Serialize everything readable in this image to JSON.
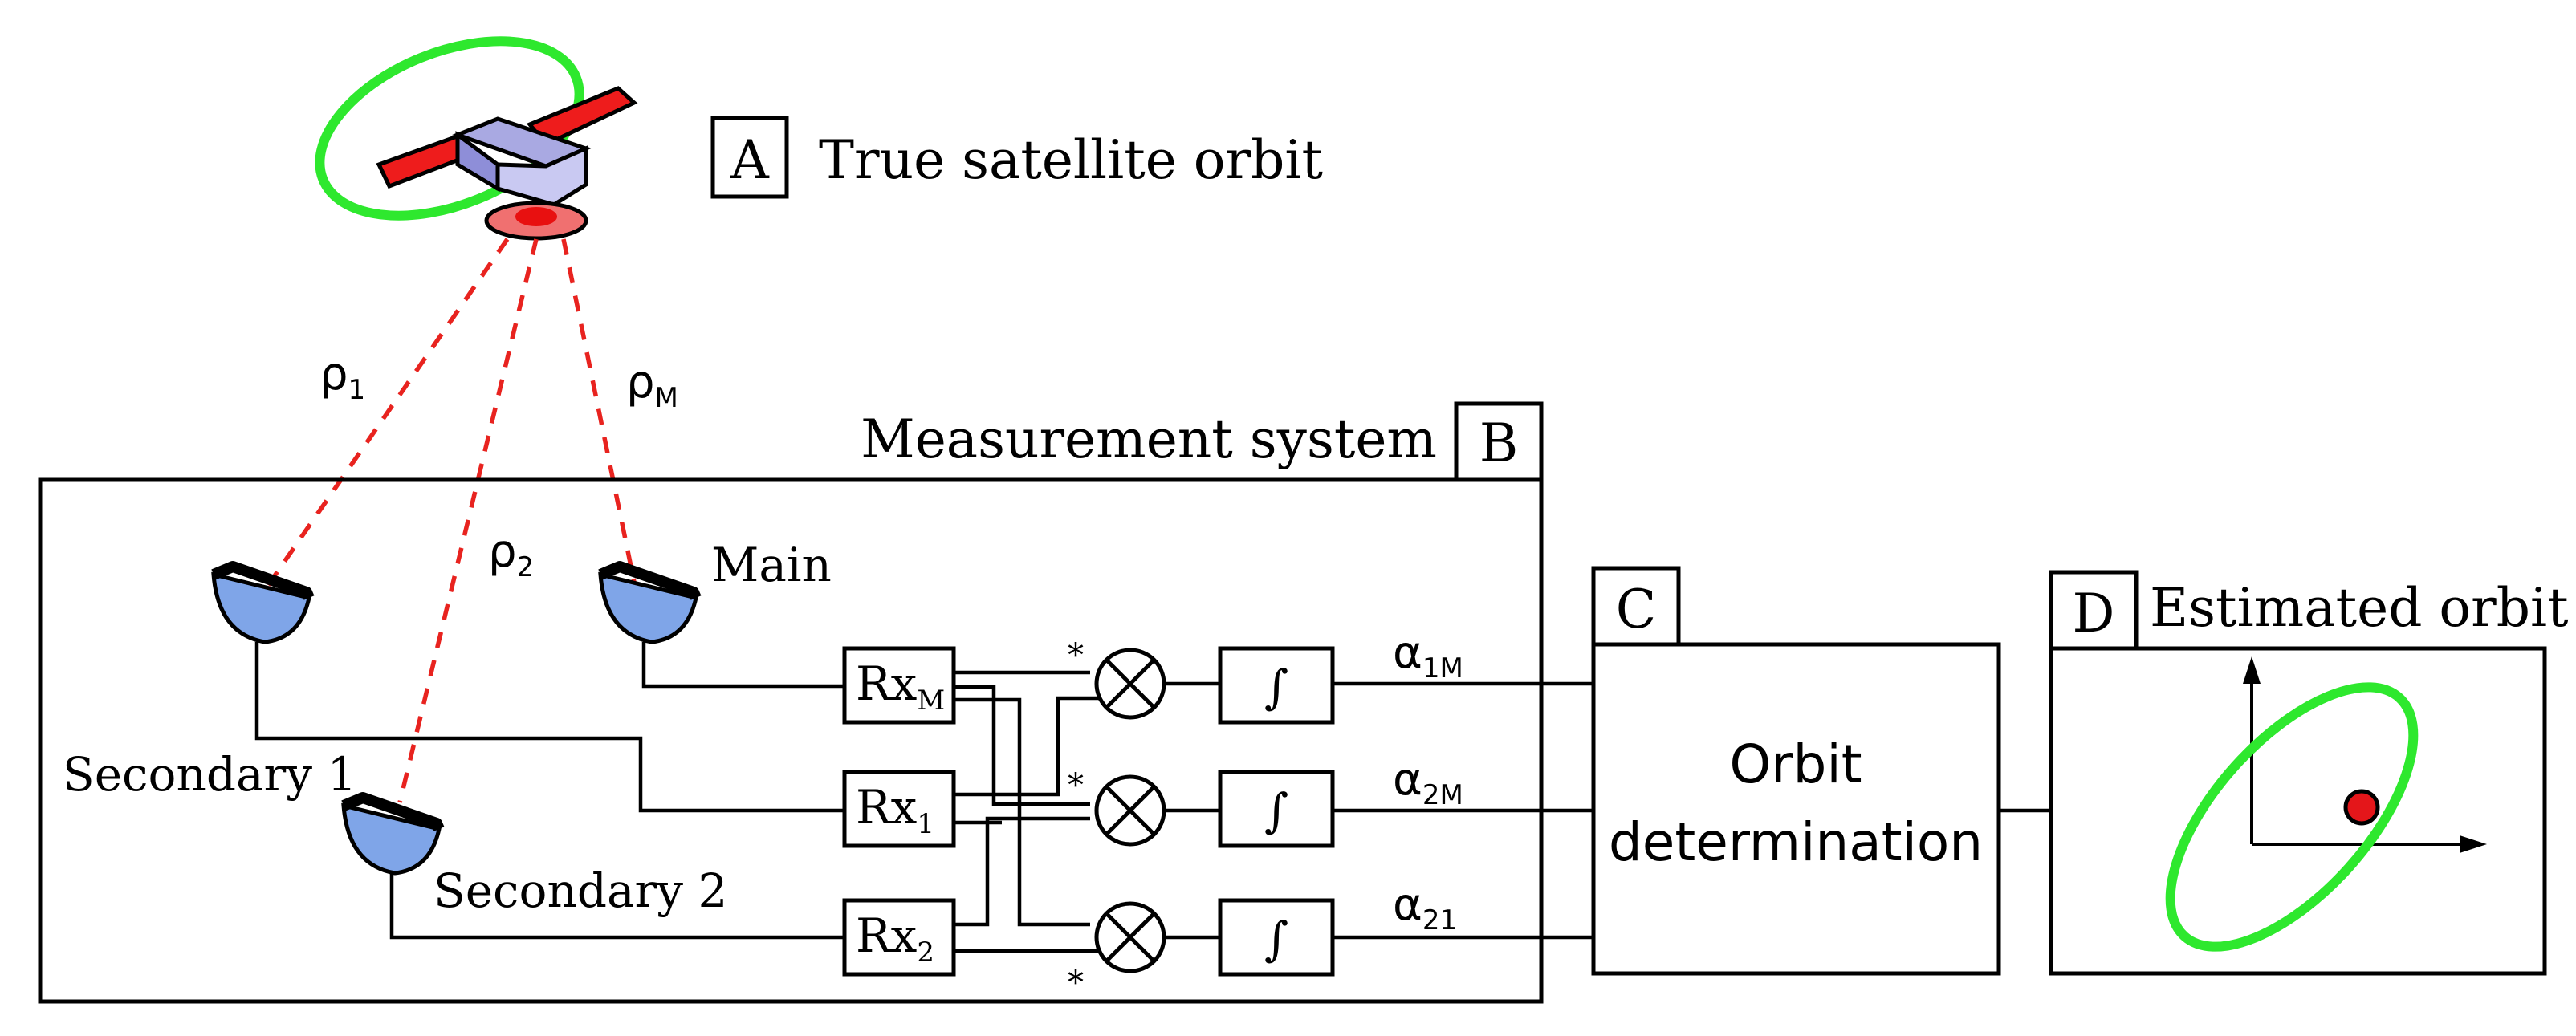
{
  "colors": {
    "beam": "#e8231f",
    "orbit": "#2ee82e",
    "dish": "#7fa5e8",
    "panel": "#ee1c1c",
    "body": "#c9c9f2",
    "marker": "#e4161a"
  },
  "icons": [
    "satellite-icon",
    "antenna-dish-icon",
    "mixer-icon",
    "integrator-icon",
    "axes-icon"
  ],
  "labels": {
    "box_a": "A",
    "true_orbit": "True satellite orbit",
    "measurement_system": "Measurement system",
    "box_b": "B",
    "box_c": "C",
    "orbit_det_line1": "Orbit",
    "orbit_det_line2": "determination",
    "box_d": "D",
    "estimated_orbit": "Estimated orbit"
  },
  "ranges": [
    {
      "sym": "ρ",
      "sub": "1"
    },
    {
      "sym": "ρ",
      "sub": "2"
    },
    {
      "sym": "ρ",
      "sub": "M"
    }
  ],
  "antennas": {
    "main": "Main",
    "secondary1": "Secondary 1",
    "secondary2": "Secondary 2"
  },
  "receivers": [
    {
      "base": "Rx",
      "sub": "M"
    },
    {
      "base": "Rx",
      "sub": "1"
    },
    {
      "base": "Rx",
      "sub": "2"
    }
  ],
  "conjugate_mark": "*",
  "integral_symbol": "∫",
  "outputs": [
    {
      "sym": "α",
      "sub": "1M"
    },
    {
      "sym": "α",
      "sub": "2M"
    },
    {
      "sym": "α",
      "sub": "21"
    }
  ]
}
